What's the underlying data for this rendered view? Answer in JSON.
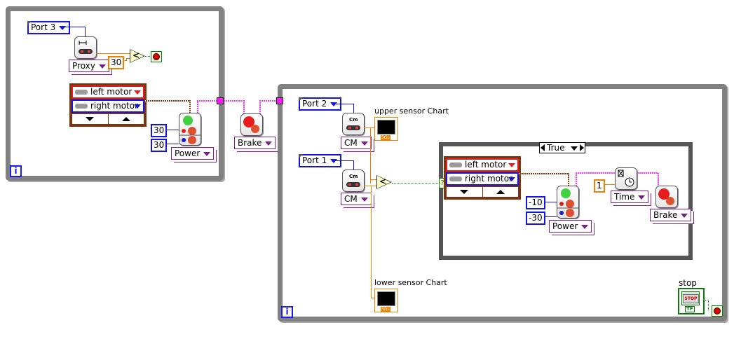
{
  "left_loop": {
    "iteration_label": "i",
    "port_selector": "Port 3",
    "ultrasonic_mode": "Proxy",
    "threshold_constant": "30",
    "compare_operator": "<",
    "motor_selector": {
      "items": [
        "left motor",
        "right motor"
      ]
    },
    "power_left": "30",
    "power_right": "30",
    "power_mode": "Power"
  },
  "brake_between": {
    "mode": "Brake"
  },
  "right_loop": {
    "iteration_label": "i",
    "upper_port": "Port 2",
    "upper_sensor_mode": "CM",
    "upper_chart_label": "upper sensor Chart",
    "lower_port": "Port 1",
    "lower_sensor_mode": "CM",
    "lower_chart_label": "lower sensor Chart",
    "chart_type_label": "SGL",
    "compare_operator": "<",
    "case_structure": {
      "selector_value": "True",
      "case_terminal": "?",
      "motor_selector": {
        "items": [
          "left motor",
          "right motor"
        ]
      },
      "power_left": "-10",
      "power_right": "-30",
      "power_mode": "Power",
      "wait_constant": "1",
      "wait_mode": "Time",
      "brake_mode": "Brake"
    },
    "stop_label": "stop",
    "stop_button_text": "STOP",
    "stop_tf_label": "TF"
  },
  "colors": {
    "integer_wire": "#1414e6",
    "float_wire": "#f08000",
    "refnum_wire": "#8b3a0e",
    "cluster_wire": "#ff33ff",
    "boolean_wire": "#0a7a0a",
    "loop_frame": "#808080"
  }
}
